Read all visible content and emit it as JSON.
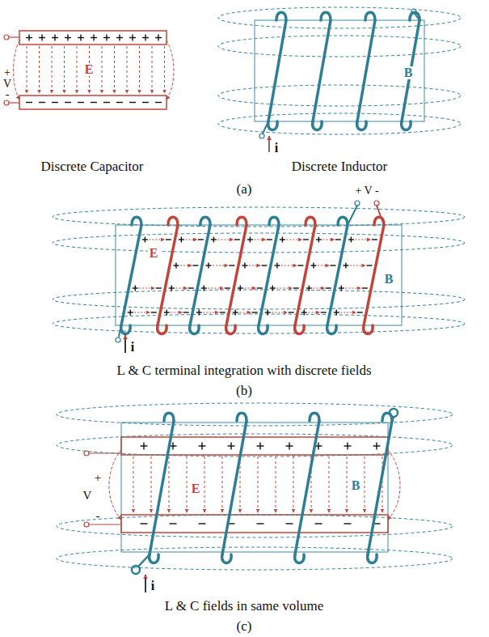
{
  "diagram": {
    "labels": [
      "+",
      "V",
      "-",
      "E",
      "B",
      "i",
      "Discrete Capacitor",
      "Discrete Inductor",
      "(a)",
      "+ V -",
      "E",
      "B",
      "i",
      "L & C terminal integration with discrete fields",
      "(b)",
      "+",
      "V",
      "-",
      "E",
      "B",
      "i",
      "L & C fields in same volume",
      "(c)"
    ]
  }
}
